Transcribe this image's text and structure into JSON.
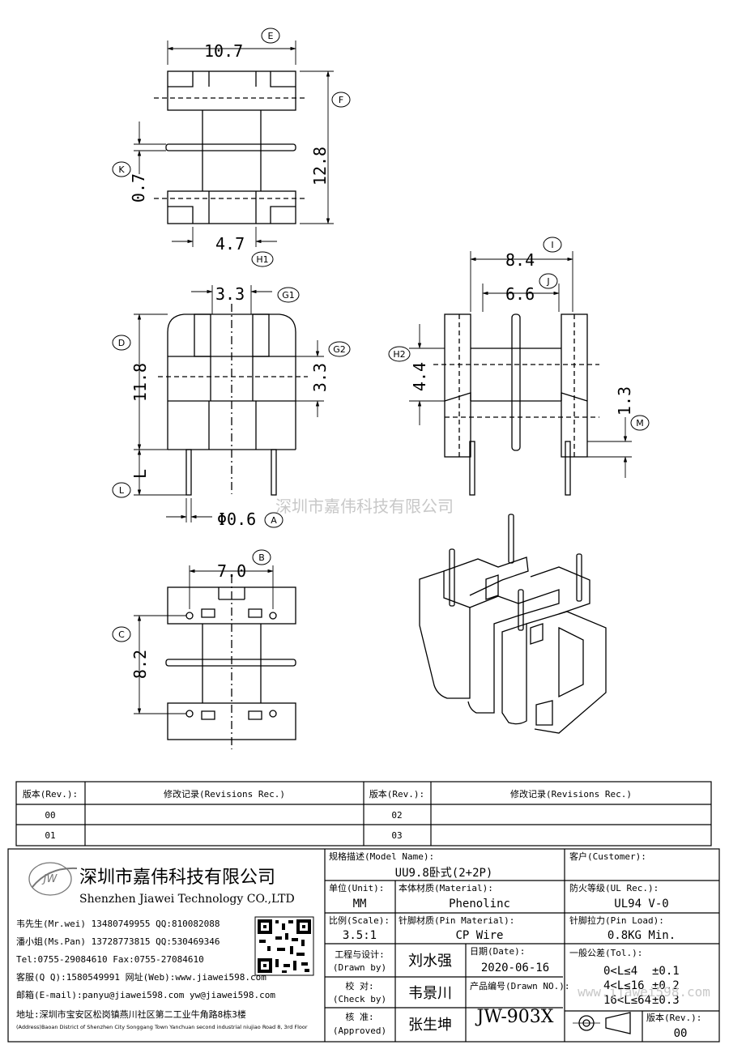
{
  "dimensions": {
    "top_width": "10.7",
    "top_width_tag": "E",
    "top_height": "12.8",
    "top_height_tag": "F",
    "flange": "0.7",
    "flange_tag": "K",
    "slot": "4.7",
    "slot_tag": "H1",
    "front_top": "3.3",
    "front_top_tag": "G1",
    "front_right": "3.3",
    "front_right_tag": "G2",
    "front_height": "11.8",
    "front_height_tag": "D",
    "pin_len": "L",
    "pin_len_tag": "L",
    "pin_dia": "Φ0.6",
    "pin_dia_tag": "A",
    "side_width": "8.4",
    "side_width_tag": "I",
    "side_inner": "6.6",
    "side_inner_tag": "J",
    "side_h": "4.4",
    "side_h_tag": "H2",
    "side_m": "1.3",
    "side_m_tag": "M",
    "bot_width": "7.0",
    "bot_width_tag": "B",
    "bot_height": "8.2",
    "bot_height_tag": "C"
  },
  "watermark": "深圳市嘉伟科技有限公司",
  "revisions": {
    "rev_label": "版本(Rev.):",
    "rec_label": "修改记录(Revisions Rec.)",
    "rows": [
      [
        "00",
        "02"
      ],
      [
        "01",
        "03"
      ]
    ]
  },
  "company": {
    "logo_text": "JW",
    "name_cn": "深圳市嘉伟科技有限公司",
    "name_en": "Shenzhen Jiawei Technology CO.,LTD",
    "contacts": [
      "韦先生(Mr.wei) 13480749955 QQ:810082088",
      "潘小姐(Ms.Pan) 13728773815 QQ:530469346",
      "Tel:0755-29084610      Fax:0755-27084610",
      "客服(Q Q):1580549991   网址(Web):www.jiawei598.com",
      "邮箱(E-mail):panyu@jiawei598.com  yw@jiawei598.com"
    ],
    "address_cn": "地址:深圳市宝安区松岗镇燕川社区第二工业牛角路8栋3楼",
    "address_en": "(Address)Baoan District of Shenzhen City Songgang Town Yanchuan  second industrial niujiao Road 8, 3rd Floor"
  },
  "title_block": {
    "model_label": "规格描述(Model Name):",
    "model_value": "UU9.8卧式(2+2P)",
    "customer_label": "客户(Customer):",
    "unit_label": "单位(Unit):",
    "unit_value": "MM",
    "material_label": "本体材质(Material):",
    "material_value": "Phenolinc",
    "ul_label": "防火等级(UL Rec.):",
    "ul_value": "UL94 V-0",
    "scale_label": "比例(Scale):",
    "scale_value": "3.5:1",
    "pin_material_label": "针脚材质(Pin Material):",
    "pin_material_value": "CP Wire",
    "pin_load_label": "针脚拉力(Pin Load):",
    "pin_load_value": "0.8KG Min.",
    "drawn_label": "工程与设计:",
    "drawn_label_en": "(Drawn by)",
    "drawn_value": "刘水强",
    "date_label": "日期(Date):",
    "date_value": "2020-06-16",
    "check_label": "校  对:",
    "check_label_en": "(Check by)",
    "check_value": "韦景川",
    "drawn_no_label": "产品编号(Drawn NO.):",
    "drawn_no_value": "JW-903X",
    "approved_label": "核  准:",
    "approved_label_en": "(Approved)",
    "approved_value": "张生坤",
    "tol_label": "一般公差(Tol.):",
    "tol_rows": [
      [
        "0<L≤4",
        "±0.1"
      ],
      [
        "4<L≤16",
        "±0.2"
      ],
      [
        "16<L≤64",
        "±0.3"
      ]
    ],
    "rev_label": "版本(Rev.):",
    "rev_value": "00",
    "site_watermark": "www.jjawei598.com"
  }
}
